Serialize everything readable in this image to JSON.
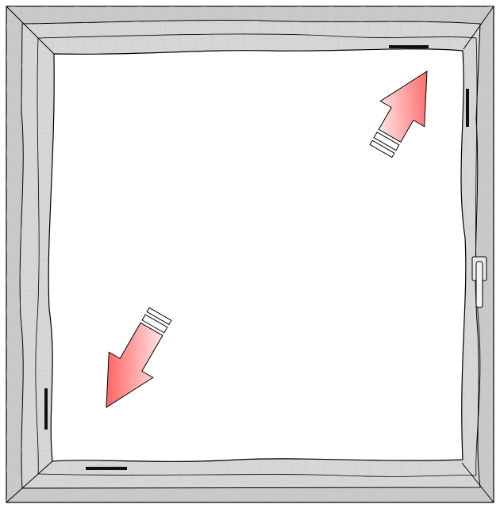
{
  "colors": {
    "frame_outer": "#c9c9c9",
    "frame_inner": "#d6d6d6",
    "frame_shadow": "#b5b5b5",
    "glass": "#ffffff",
    "outline": "#000000",
    "arrow_head": "#ff3b3b",
    "arrow_tail": "#ffffff",
    "gap_seal": "#111111"
  },
  "icons": {
    "window_frame": "window-frame",
    "handle": "window-handle",
    "arrow_top_right": "arrow-up-right",
    "arrow_bottom_left": "arrow-down-left",
    "seal_gaps": "seal-gap-marks"
  }
}
